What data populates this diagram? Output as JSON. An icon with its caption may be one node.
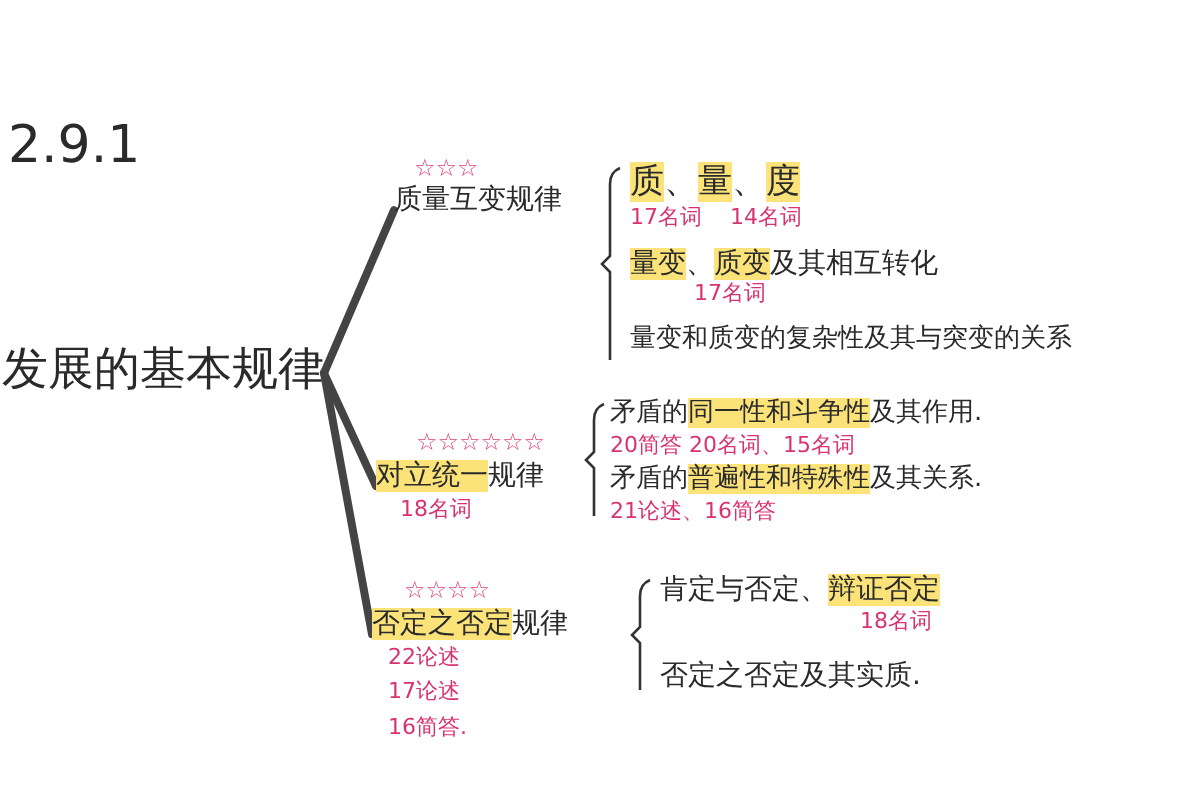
{
  "diagram": {
    "nodes": [
      {
        "text": [
          "发展的基本规律"
        ]
      },
      {
        "text": [
          "质量互变规律"
        ],
        "beside": [
          "☆☆☆"
        ]
      },
      {
        "text": [
          "**质**、**量**、**度**"
        ],
        "beside": [
          "17名词",
          "14名词"
        ]
      },
      {
        "text": [
          "**量变**、**质变**及其相互转化"
        ],
        "beside": [
          "17名词"
        ]
      },
      {
        "text": [
          "量变和质变的复杂性及其与突变的关系"
        ]
      },
      {
        "text": [
          "**对立统一**规律"
        ],
        "beside": [
          "☆☆☆☆☆☆",
          "18名词"
        ]
      },
      {
        "text": [
          "矛盾的**同一性和斗争性**及其作用."
        ],
        "beside": [
          "20简答 20名词、15名词"
        ]
      },
      {
        "text": [
          "矛盾的**普遍性和特殊性**及其关系."
        ],
        "beside": [
          "21论述、16简答"
        ]
      },
      {
        "text": [
          "**否定之否定**规律"
        ],
        "beside": [
          "☆☆☆☆",
          "22论述",
          "17论述",
          "16简答."
        ]
      },
      {
        "text": [
          "肯定与否定、**辩证否定**"
        ],
        "beside": [
          "18名词"
        ]
      },
      {
        "text": [
          "否定之否定及其实质."
        ]
      }
    ],
    "edges": [
      {
        "from": 0,
        "to": 1,
        "arrow": "none"
      },
      {
        "from": 0,
        "to": 5,
        "arrow": "none"
      },
      {
        "from": 0,
        "to": 8,
        "arrow": "none"
      }
    ],
    "labels": [
      "2.9.1"
    ]
  }
}
